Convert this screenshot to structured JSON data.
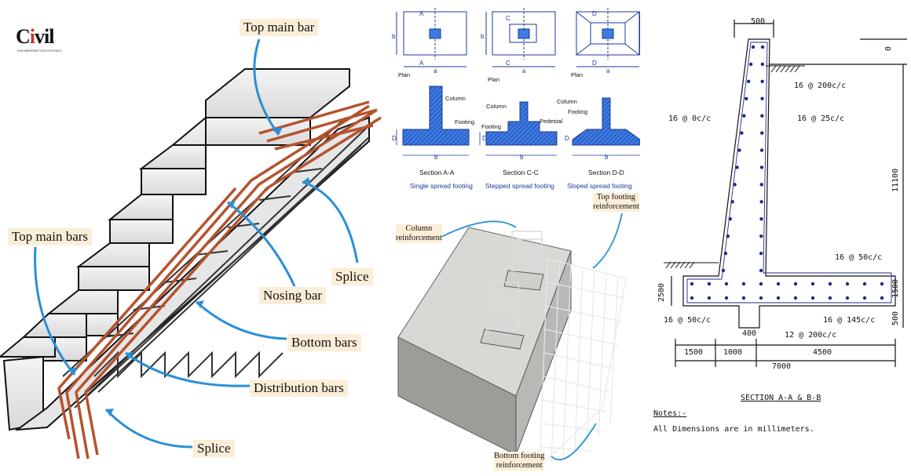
{
  "logo": {
    "text_prefix": "C",
    "text_mark": "i",
    "text_suffix": "vil",
    "subtext": "ENGINEERING DISCOVERIES"
  },
  "staircase": {
    "top_main_bar": "Top main bar",
    "top_main_bars": "Top main bars",
    "splice_right": "Splice",
    "nosing_bar": "Nosing bar",
    "bottom_bars": "Bottom bars",
    "distribution_bars": "Distribution bars",
    "splice_bottom": "Splice"
  },
  "footings": {
    "plan_labels": [
      "Plan",
      "Plan",
      "Plan"
    ],
    "section_letters": [
      "A",
      "A",
      "C",
      "C",
      "D",
      "D"
    ],
    "dim_a": "a",
    "dim_b": "b",
    "dim_D": "D",
    "column": "Column",
    "footing": "Footing",
    "pedestal": "Pedestal",
    "section_aa": "Section A-A",
    "section_cc": "Section C-C",
    "section_dd": "Section D-D",
    "type_aa": "Single spread footing",
    "type_cc": "Stepped spread footing",
    "type_dd": "Sloped spread footing",
    "column_reinforcement": "Column\nreinforcement",
    "top_footing_reinforcement": "Top footing\nreinforcement",
    "bottom_footing_reinforcement": "Bottom footing\nreinforcement"
  },
  "retaining_wall": {
    "dim_500_top": "500",
    "dim_0": "0",
    "dim_11100": "11100",
    "dim_2500": "2500",
    "dim_1500_right": "1500",
    "dim_500_right": "500",
    "dim_400": "400",
    "dim_1500": "1500",
    "dim_1000": "1000",
    "dim_4500": "4500",
    "dim_7000": "7000",
    "rebar_16_200": "16 @ 200c/c",
    "rebar_16_0": "16 @ 0c/c",
    "rebar_16_25": "16 @ 25c/c",
    "rebar_16_50_right": "16 @ 50c/c",
    "rebar_16_50_left": "16 @ 50c/c",
    "rebar_16_145": "16 @ 145c/c",
    "rebar_12_200": "12 @ 200c/c",
    "section_title": "SECTION A-A & B-B",
    "notes_title": "Notes:-",
    "notes_text": "All Dimensions are in millimeters."
  },
  "colors": {
    "label_bg": "#fbeed8",
    "arrow_blue": "#2a8fd6",
    "rebar_copper": "#b5532f",
    "hatch_blue": "#1f5bd1",
    "rebar_navy": "#1d2a8a"
  }
}
